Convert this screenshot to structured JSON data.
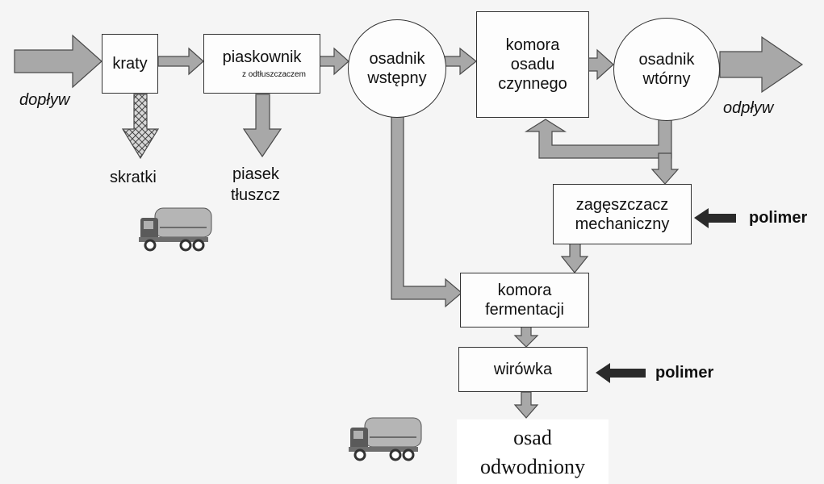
{
  "nodes": {
    "kraty": "kraty",
    "piaskownik": "piaskownik",
    "piaskownik_sub": "z odtłuszczaczem",
    "osadnik_wstepny_1": "osadnik",
    "osadnik_wstepny_2": "wstępny",
    "komora_osadu_1": "komora",
    "komora_osadu_2": "osadu",
    "komora_osadu_3": "czynnego",
    "osadnik_wtorny_1": "osadnik",
    "osadnik_wtorny_2": "wtórny",
    "zageszczacz_1": "zagęszczacz",
    "zageszczacz_2": "mechaniczny",
    "komora_ferm_1": "komora",
    "komora_ferm_2": "fermentacji",
    "wirowka": "wirówka"
  },
  "labels": {
    "doplyw": "dopływ",
    "odplyw": "odpływ",
    "skratki": "skratki",
    "piasek": "piasek",
    "tluszcz": "tłuszcz",
    "polimer_1": "polimer",
    "polimer_2": "polimer",
    "osad_1": "osad",
    "osad_2": "odwodniony"
  },
  "colors": {
    "arrow_fill": "#a8a8a8",
    "arrow_stroke": "#4a4a4a",
    "polymer_arrow": "#2a2a2a",
    "background": "#f5f5f5"
  },
  "icons": [
    "truck-icon",
    "truck-icon"
  ]
}
